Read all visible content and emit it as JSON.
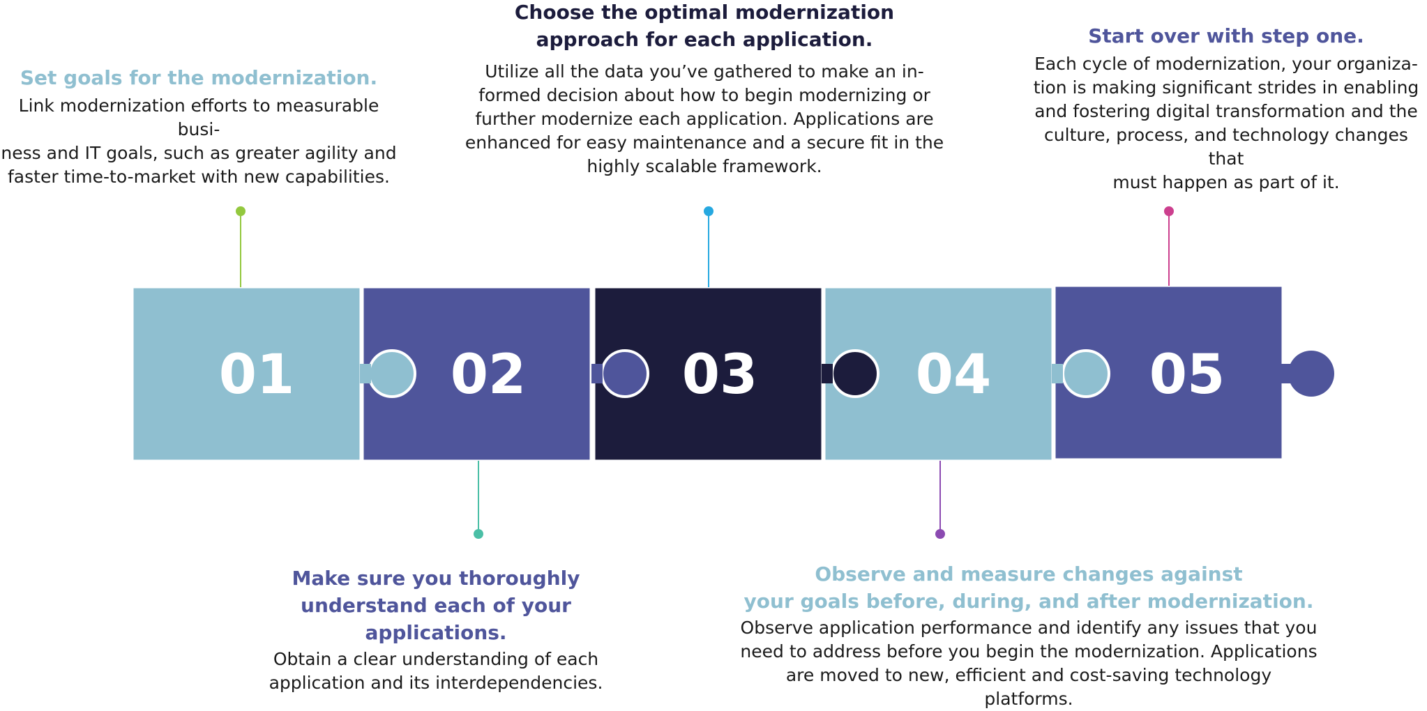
{
  "colors": {
    "light_blue": "#8fbfd0",
    "indigo": "#4f559b",
    "navy": "#1c1c3c",
    "green": "#93c83e",
    "teal": "#4bbfa6",
    "cyan": "#26a8e0",
    "purple": "#8b4ab1",
    "magenta": "#cc3f8e",
    "title_light": "#8fbfd0",
    "title_indigo": "#4f559b",
    "title_navy": "#1c1c3c"
  },
  "pieces": [
    {
      "number": "01",
      "color": "#8fbfd0"
    },
    {
      "number": "02",
      "color": "#4f559b"
    },
    {
      "number": "03",
      "color": "#1c1c3c"
    },
    {
      "number": "04",
      "color": "#8fbfd0"
    },
    {
      "number": "05",
      "color": "#4f559b"
    }
  ],
  "steps": [
    {
      "title": [
        "Set goals for the modernization."
      ],
      "desc": [
        "Link modernization efforts to measurable busi-",
        "ness and IT goals, such as greater agility and",
        "faster time-to-market with new capabilities."
      ]
    },
    {
      "title": [
        "Make sure you thoroughly",
        "understand each of your applications."
      ],
      "desc": [
        "Obtain a clear understanding of each",
        "application and its interdependencies."
      ]
    },
    {
      "title": [
        "Choose the optimal modernization",
        "approach for each application."
      ],
      "desc": [
        "Utilize all the data you’ve gathered to make an in-",
        "formed decision about how to begin modernizing or",
        "further modernize each application. Applications are",
        "enhanced for easy maintenance and a secure fit in the",
        "highly scalable framework."
      ]
    },
    {
      "title": [
        "Observe and measure changes against",
        "your goals before, during, and after modernization."
      ],
      "desc": [
        "Observe application performance and identify any issues that you",
        "need to address before you begin the modernization. Applications",
        "are moved to new, efficient and cost-saving technology platforms."
      ]
    },
    {
      "title": [
        "Start over with step one."
      ],
      "desc": [
        "Each cycle of modernization, your organiza-",
        "tion is making significant strides in enabling",
        "and fostering digital transformation and the",
        "culture, process, and technology changes that",
        "must happen as part of it."
      ]
    }
  ]
}
